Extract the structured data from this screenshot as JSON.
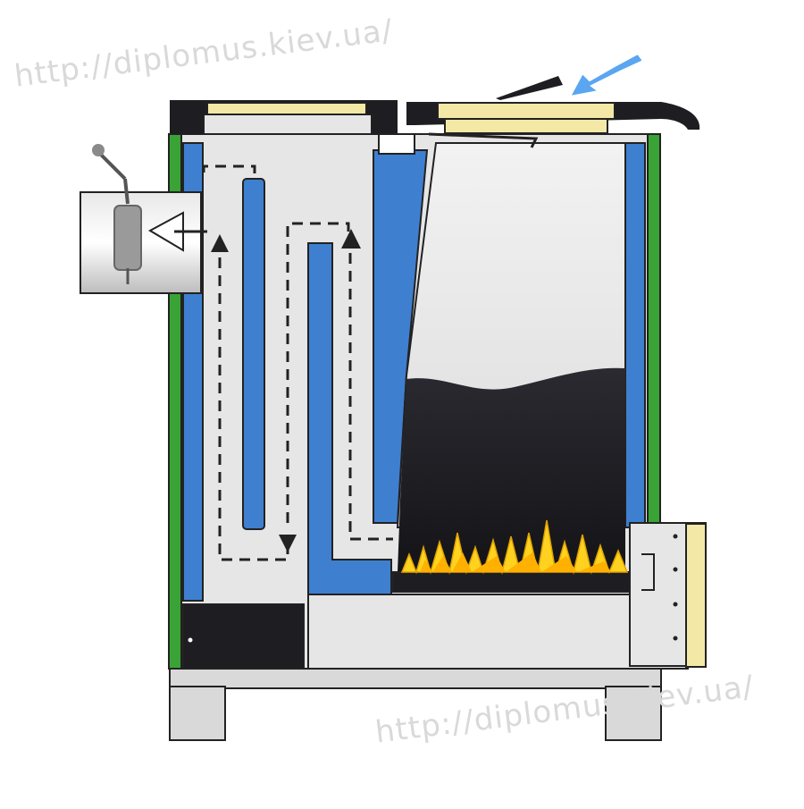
{
  "diagram": {
    "watermarks": [
      "http://diplomus.kiev.ua/",
      "http://diplomus.kiev.ua/"
    ],
    "icons": [
      "air-inlet-arrow-icon",
      "flue-damper-icon",
      "flue-gas-flow-arrows"
    ],
    "colors": {
      "outline": "#1f1f1f",
      "body_fill": "#e6e6e6",
      "water_jacket": "#3f7fd0",
      "outer_casing": "#3aa335",
      "insulation": "#f4e8a6",
      "fuel": "#1d1d22",
      "flame": "#ffd21f",
      "flame_core": "#ffb000",
      "air_arrow": "#5aa6f0"
    }
  }
}
